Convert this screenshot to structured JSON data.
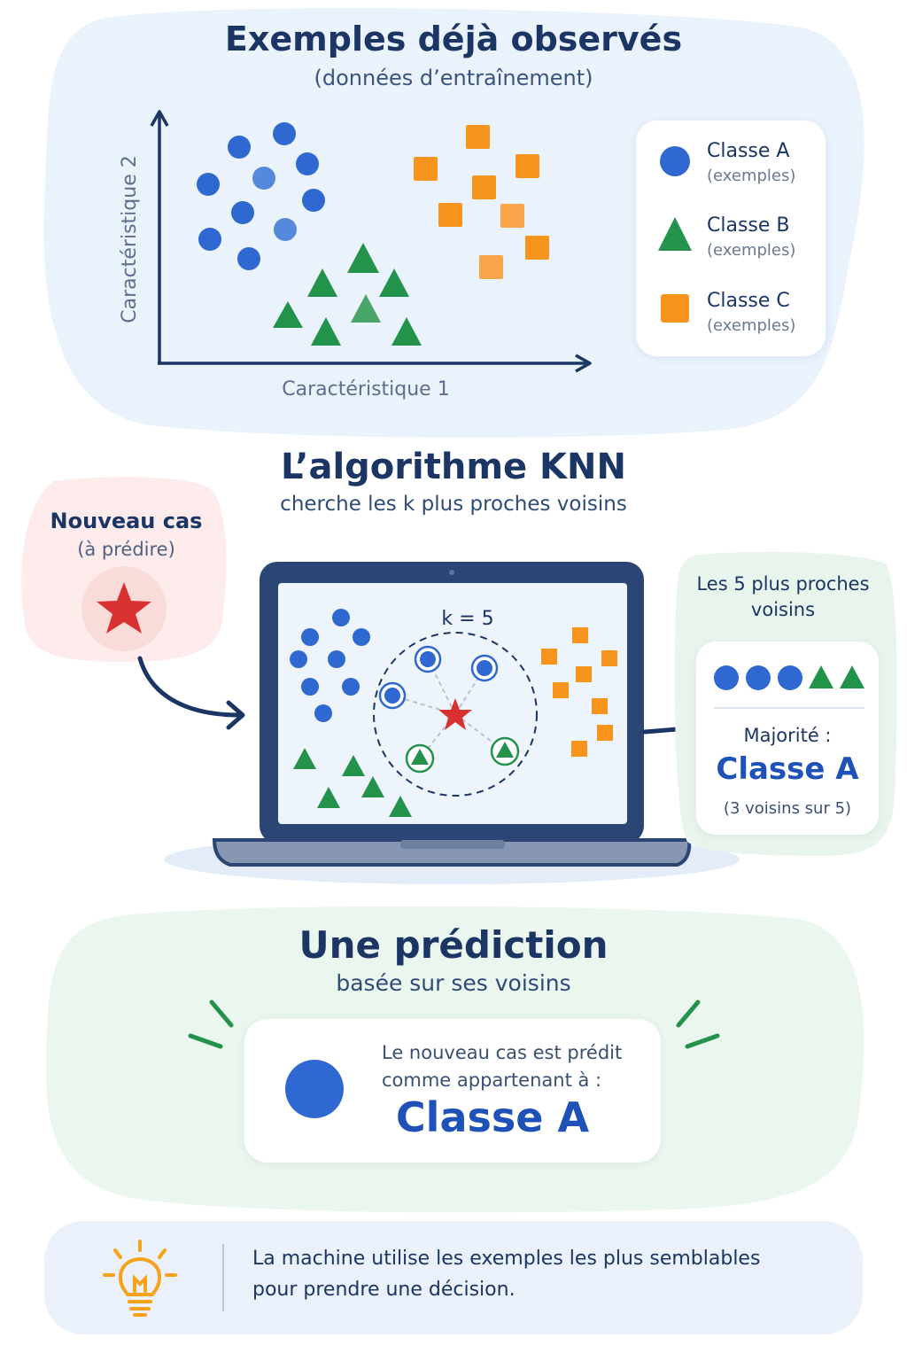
{
  "section1": {
    "title": "Exemples déjà observés",
    "subtitle": "(données d’entraînement)",
    "x_axis_label": "Caractéristique 1",
    "y_axis_label": "Caractéristique 2",
    "legend": [
      {
        "label": "Classe A",
        "note": "(exemples)",
        "shape": "circle",
        "color": "#2f68d1"
      },
      {
        "label": "Classe B",
        "note": "(exemples)",
        "shape": "triangle",
        "color": "#23924b"
      },
      {
        "label": "Classe C",
        "note": "(exemples)",
        "shape": "square",
        "color": "#f7941d"
      }
    ]
  },
  "section2": {
    "title": "L’algorithme KNN",
    "subtitle": "cherche les k plus proches voisins",
    "new_case_title": "Nouveau cas",
    "new_case_subtitle": "(à prédire)",
    "k_label": "k = 5",
    "neighbors_title_line1": "Les 5 plus proches",
    "neighbors_title_line2": "voisins",
    "majority_label": "Majorité :",
    "majority_class": "Classe A",
    "majority_count": "(3 voisins sur 5)",
    "neighbor_shapes": [
      "circle",
      "circle",
      "circle",
      "triangle",
      "triangle"
    ]
  },
  "section3": {
    "title": "Une prédiction",
    "subtitle": "basée sur ses voisins",
    "result_line1": "Le nouveau cas est prédit",
    "result_line2": "comme appartenant à :",
    "result_class": "Classe A"
  },
  "footer": {
    "line1": "La machine utilise les exemples les plus semblables",
    "line2": "pour prendre une décision."
  },
  "colors": {
    "class_a": "#2f68d1",
    "class_b": "#23924b",
    "class_c": "#f7941d",
    "star": "#d9312f",
    "navy": "#1b3564"
  }
}
